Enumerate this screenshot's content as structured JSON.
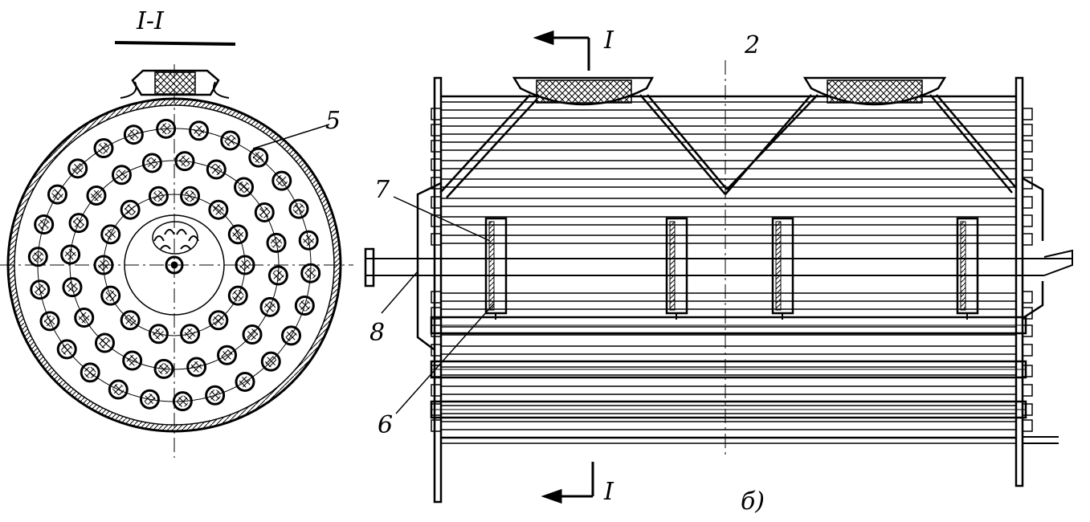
{
  "figure": {
    "section_title": "I-I",
    "section_mark_top": "I",
    "section_mark_bottom": "I",
    "part_labels": {
      "p2": "2",
      "p5": "5",
      "p6": "6",
      "p7": "7",
      "p8": "8"
    },
    "subfigure_label": "б)"
  },
  "colors": {
    "ink": "#000000",
    "hatch": "#000000",
    "paper": "#ffffff"
  }
}
